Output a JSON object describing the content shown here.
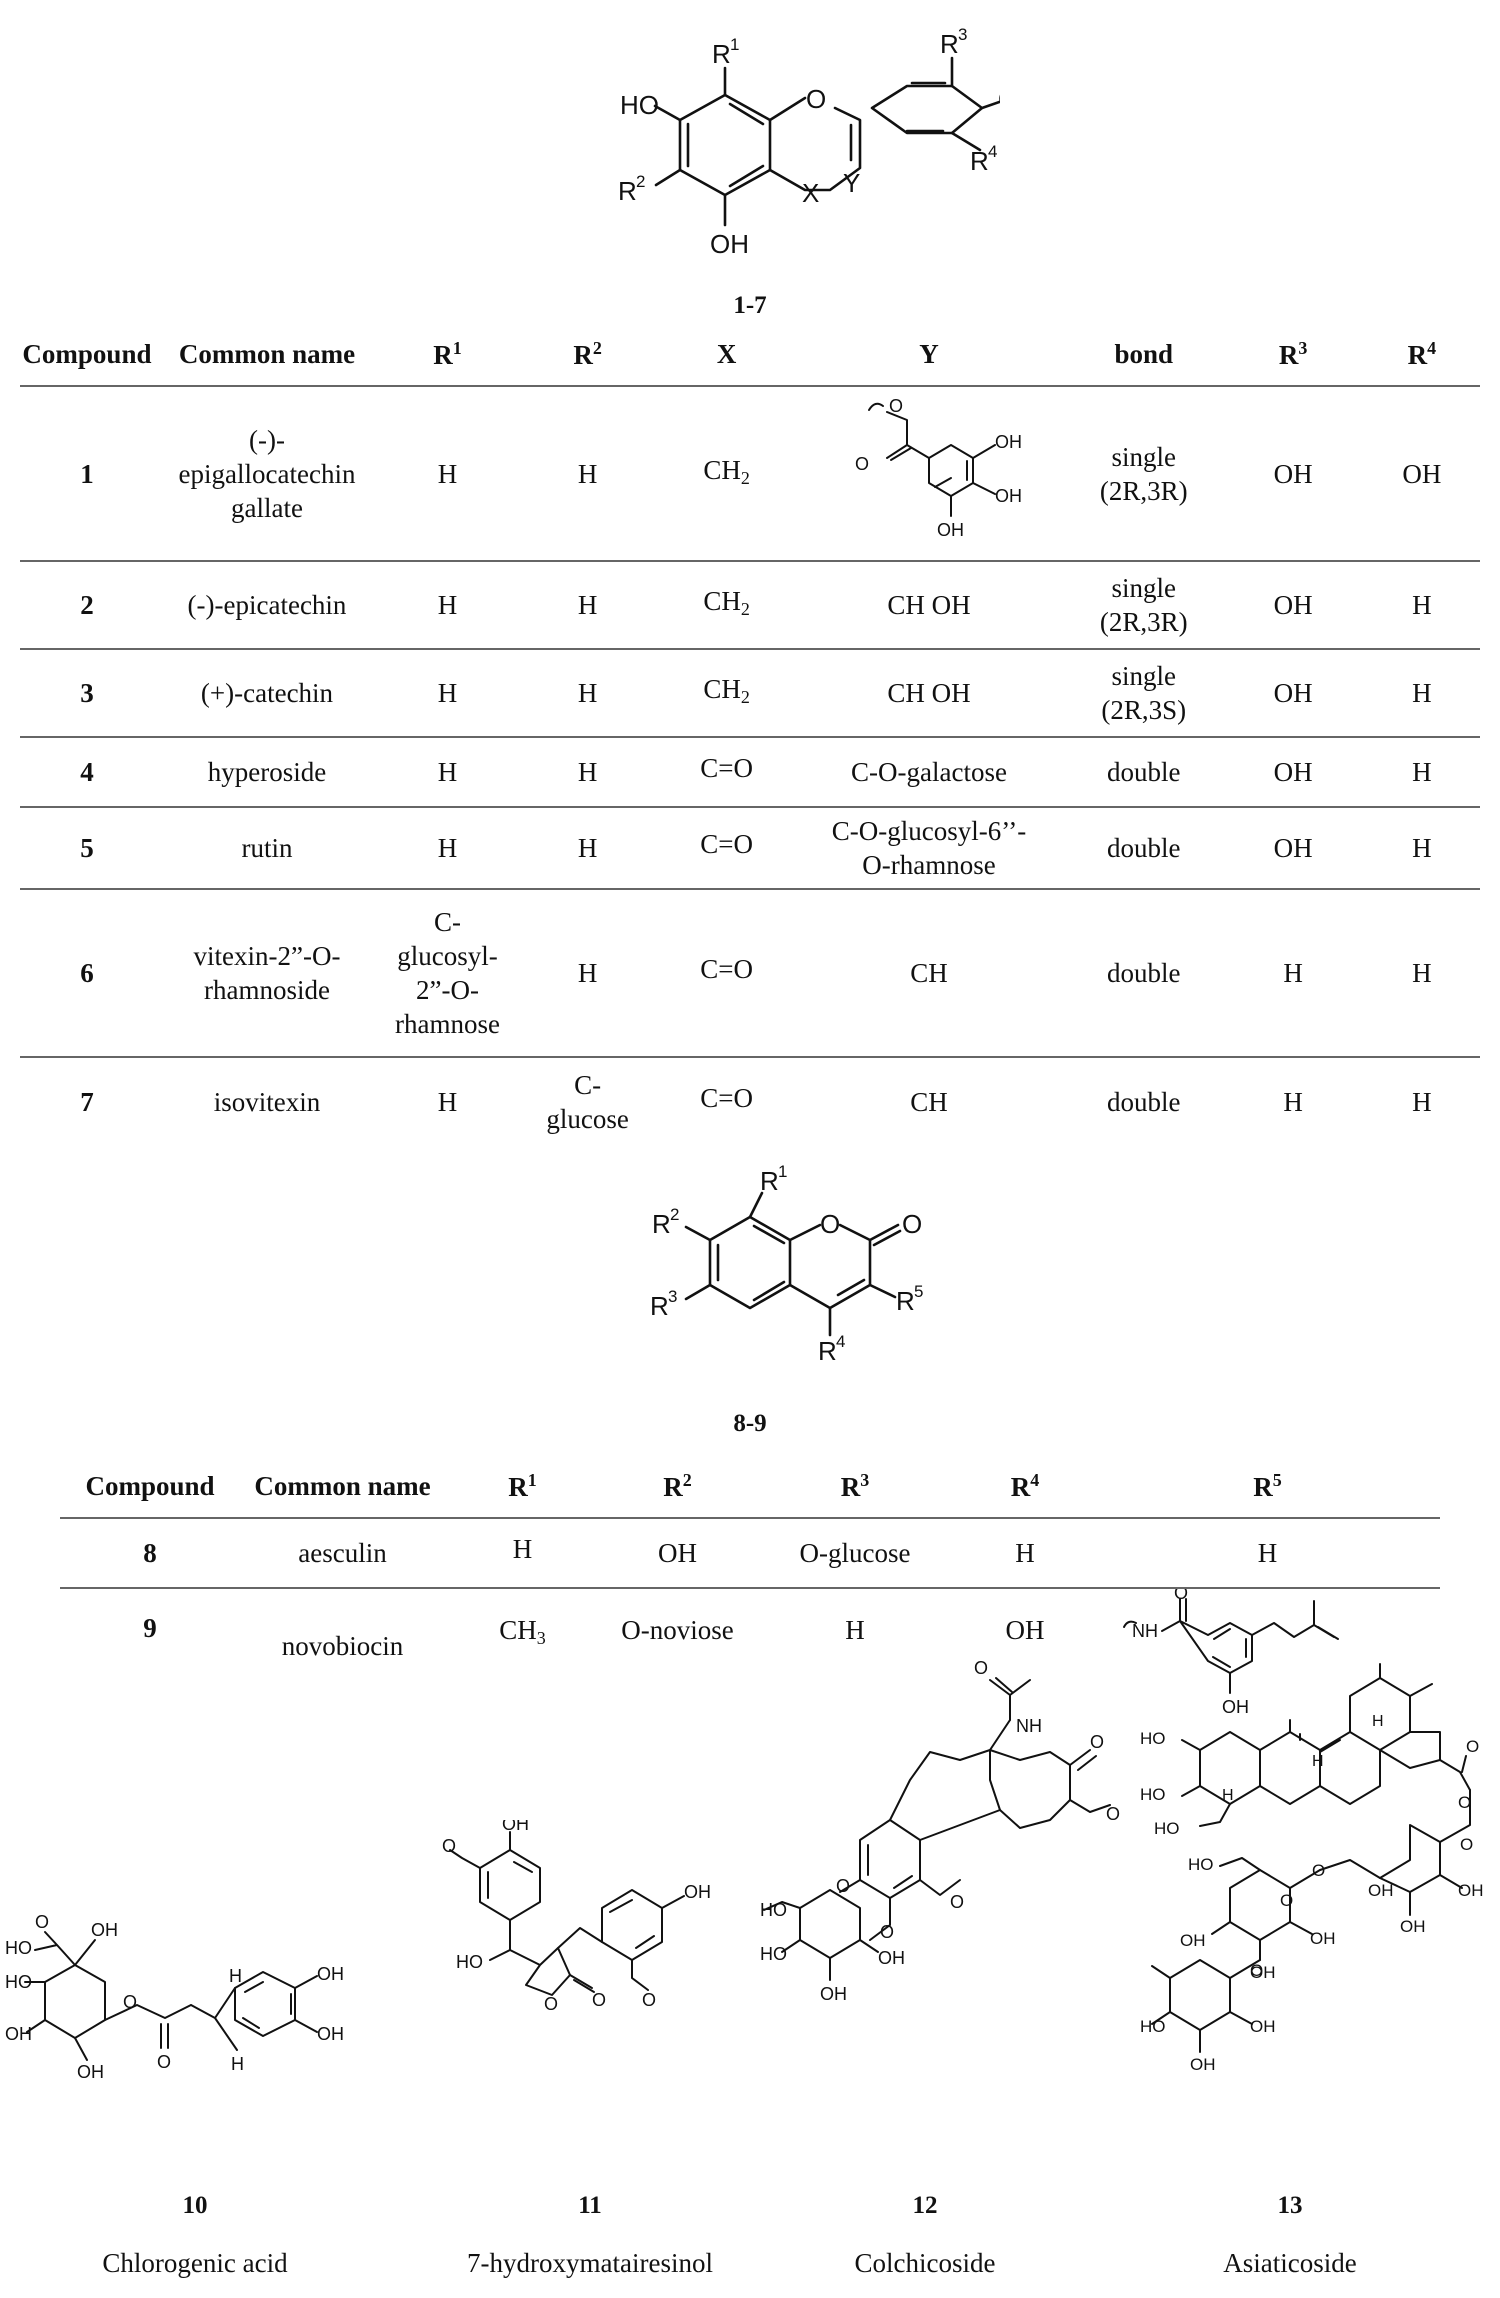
{
  "scaffold1": {
    "label": "1-7",
    "atoms": {
      "r1": "R",
      "r1n": "1",
      "r2": "R",
      "r2n": "2",
      "r3": "R",
      "r3n": "3",
      "r4": "R",
      "r4n": "4",
      "ho": "HO",
      "oh_top": "OH",
      "oh_bot": "OH",
      "o_ring": "O",
      "x": "X",
      "y": "Y"
    }
  },
  "table1": {
    "headers": [
      "Compound",
      "Common name",
      "R",
      "R",
      "X",
      "Y",
      "bond",
      "R",
      "R"
    ],
    "header_sup": [
      "",
      "",
      "1",
      "2",
      "",
      "",
      "",
      "3",
      "4"
    ],
    "rows": [
      {
        "id": "1",
        "name": "(-)-\nepigallocatechin\ngallate",
        "r1": "H",
        "r2": "H",
        "x": "CH",
        "x_sub": "2",
        "y": "",
        "y_struct": "galloyl-ester",
        "bond": "single\n(2R,3R)",
        "r3": "OH",
        "r4": "OH"
      },
      {
        "id": "2",
        "name": "(-)-epicatechin",
        "r1": "H",
        "r2": "H",
        "x": "CH",
        "x_sub": "2",
        "y": "CH OH",
        "bond": "single\n(2R,3R)",
        "r3": "OH",
        "r4": "H"
      },
      {
        "id": "3",
        "name": "(+)-catechin",
        "r1": "H",
        "r2": "H",
        "x": "CH",
        "x_sub": "2",
        "y": "CH OH",
        "bond": "single\n(2R,3S)",
        "r3": "OH",
        "r4": "H"
      },
      {
        "id": "4",
        "name": "hyperoside",
        "r1": "H",
        "r2": "H",
        "x": "C=O",
        "x_sub": "",
        "y": "C-O-galactose",
        "bond": "double",
        "r3": "OH",
        "r4": "H"
      },
      {
        "id": "5",
        "name": "rutin",
        "r1": "H",
        "r2": "H",
        "x": "C=O",
        "x_sub": "",
        "y": "C-O-glucosyl-6’’-\nO-rhamnose",
        "bond": "double",
        "r3": "OH",
        "r4": "H"
      },
      {
        "id": "6",
        "name": "vitexin-2”-O-\nrhamnoside",
        "r1": "C-\nglucosyl-\n2”-O-\nrhamnose",
        "r2": "H",
        "x": "C=O",
        "x_sub": "",
        "y": "CH",
        "bond": "double",
        "r3": "H",
        "r4": "H"
      },
      {
        "id": "7",
        "name": "isovitexin",
        "r1": "H",
        "r2": "C-\nglucose",
        "x": "C=O",
        "x_sub": "",
        "y": "CH",
        "bond": "double",
        "r3": "H",
        "r4": "H"
      }
    ],
    "galloyl_atoms": {
      "o1": "O",
      "o2": "O",
      "oh1": "OH",
      "oh2": "OH",
      "oh3": "OH"
    }
  },
  "scaffold2": {
    "label": "8-9",
    "atoms": {
      "r": "R",
      "n1": "1",
      "n2": "2",
      "n3": "3",
      "n4": "4",
      "n5": "5",
      "o": "O",
      "o2": "O"
    }
  },
  "table2": {
    "headers": [
      "Compound",
      "Common name",
      "R",
      "R",
      "R",
      "R",
      "R"
    ],
    "header_sup": [
      "",
      "",
      "1",
      "2",
      "3",
      "4",
      "5"
    ],
    "rows": [
      {
        "id": "8",
        "name": "aesculin",
        "r1": "H",
        "r1_sub": "",
        "r2": "OH",
        "r3": "O-glucose",
        "r4": "H",
        "r5": "H"
      },
      {
        "id": "9",
        "name": "novobiocin",
        "r1": "CH",
        "r1_sub": "3",
        "r2": "O-noviose",
        "r3": "H",
        "r4": "OH",
        "r5": "",
        "r5_struct": "prenyl-hydroxybenzamide"
      }
    ],
    "r5_atoms": {
      "o": "O",
      "nh": "NH",
      "oh": "OH"
    }
  },
  "compounds": [
    {
      "id": "10",
      "name": "Chlorogenic acid",
      "atoms": {
        "o": "O",
        "oh1": "OH",
        "ho": "HO",
        "o2": "O",
        "o3": "O",
        "h1": "H",
        "h2": "H",
        "oh2": "OH",
        "oh3": "OH",
        "ho2": "HO",
        "oh4": "OH",
        "oh5": "OH"
      }
    },
    {
      "id": "11",
      "name": "7-hydroxymatairesinol",
      "atoms": {
        "oh1": "OH",
        "o1": "O",
        "oh2": "OH",
        "o2": "O",
        "ho": "HO",
        "o3": "O",
        "o4": "O"
      }
    },
    {
      "id": "12",
      "name": "Colchicoside",
      "atoms": {
        "o1": "O",
        "nh": "NH",
        "o2": "O",
        "o3": "O",
        "o4": "O",
        "o5": "O",
        "o6": "O",
        "ho1": "HO",
        "ho2": "HO",
        "oh1": "OH",
        "oh2": "OH"
      }
    },
    {
      "id": "13",
      "name": "Asiaticoside",
      "atoms": {
        "h1": "H",
        "h2": "H",
        "h3": "H",
        "ho1": "HO",
        "ho2": "HO",
        "ho3": "HO",
        "o1": "O",
        "o2": "O",
        "o3": "O",
        "o4": "O",
        "o5": "O",
        "o6": "O",
        "oh1": "OH",
        "oh2": "OH",
        "oh3": "OH",
        "oh4": "OH",
        "oh5": "OH",
        "oh6": "OH",
        "ho4": "HO",
        "ho5": "HO",
        "oh7": "OH",
        "oh8": "OH"
      }
    }
  ]
}
